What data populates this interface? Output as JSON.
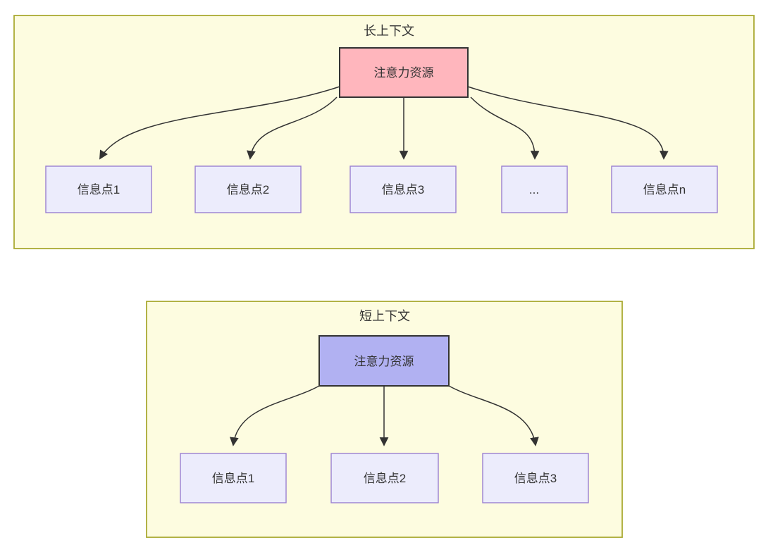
{
  "long_context": {
    "title": "长上下文",
    "attention_box": "注意力资源",
    "info_boxes": [
      "信息点1",
      "信息点2",
      "信息点3",
      "...",
      "信息点n"
    ]
  },
  "short_context": {
    "title": "短上下文",
    "attention_box": "注意力资源",
    "info_boxes": [
      "信息点1",
      "信息点2",
      "信息点3"
    ]
  },
  "colors": {
    "container_fill": "#FDFCE0",
    "container_border": "#AAAA33",
    "attention_long_fill": "#FFB6BD",
    "attention_short_fill": "#B1B1F2",
    "info_fill": "#ECECFC",
    "info_border": "#9A7FD1",
    "box_border": "#333333",
    "arrow": "#333333",
    "text": "#333333"
  }
}
